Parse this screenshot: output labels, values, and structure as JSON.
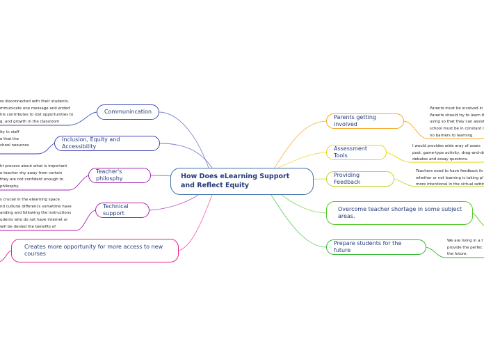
{
  "central": {
    "title": "How Does eLearning Support and Reflect Equity"
  },
  "left_branches": [
    {
      "id": "communication",
      "label": "Communincation",
      "color": "#3f51b5",
      "note": [
        "re disconnected with their students.",
        "mmunicate one message and ended",
        "his  contributes  to lost opportunities to",
        "g, and growth in the classroom"
      ]
    },
    {
      "id": "inclusion",
      "label": "Inclusion, Equity and Accessibility",
      "color": "#3f3fb5",
      "note": [
        "ity  in   staff",
        "e that the",
        "chool neources"
      ]
    },
    {
      "id": "philosophy",
      "label": "Teacher's philosphy",
      "color": "#9c27b0",
      "note": [
        "ht process about what is important",
        "e teacher shy away from certain",
        " they are not confident enough to",
        "philosphy."
      ]
    },
    {
      "id": "technical",
      "label": "Technical support",
      "color": "#b01fa8",
      "note": [
        "s crucial in the elearning space.",
        "nd cultural differencs  sometime have",
        "anding and following the instructions",
        "udents  who do not have internet or",
        "  will be denied the benefits of"
      ]
    },
    {
      "id": "opportunity",
      "label": "Creates more opportunity for more access to new courses",
      "color": "#e91e8c",
      "note": []
    }
  ],
  "right_branches": [
    {
      "id": "parents",
      "label": "Parents getting  involved",
      "color": "#f5a623",
      "note": [
        "Parents  must be involved in",
        "Parents should try to learn th",
        "using so that they can assist",
        "school must be in constant c",
        "no barriers  to learning."
      ]
    },
    {
      "id": "assessment",
      "label": "Assessment  Tools",
      "color": "#e6d800",
      "note": [
        "I would  provides  wide aray of asses",
        "post, game-type activity, drag-and-dr",
        "debates and essay questons."
      ]
    },
    {
      "id": "feedback",
      "label": "Providing Feedback",
      "color": "#b9d61f",
      "note": [
        "Teachers need to have  feedback fo",
        "whether or not learning is taking pl",
        "more intentional in the virtual settin"
      ]
    },
    {
      "id": "shortage",
      "label": "Overcome teacher shortage  in some subject areas.",
      "color": "#57c92d",
      "note": []
    },
    {
      "id": "future",
      "label": "Prepare students for the future",
      "color": "#2bb52b",
      "note": [
        "We are living in a t",
        "provide the perfec",
        "the future."
      ]
    }
  ]
}
